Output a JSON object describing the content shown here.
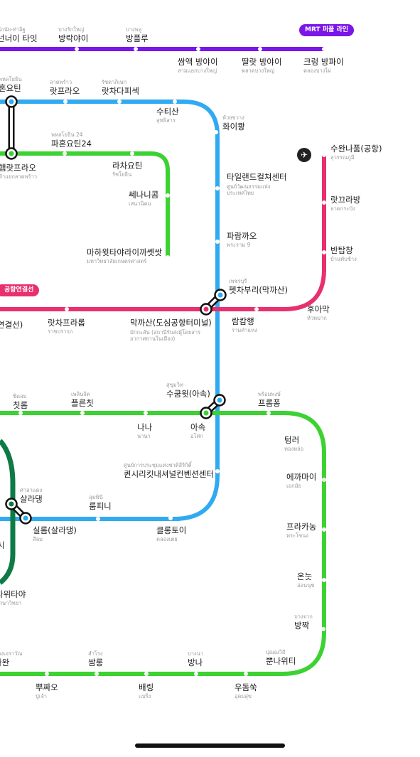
{
  "colors": {
    "purple_line": "#7a16e8",
    "blue_line": "#30aaf0",
    "green_line": "#3cd232",
    "pink_line": "#e8306e",
    "dark_green_line": "#0e7a46"
  },
  "badges": {
    "mrt_purple": "MRT 퍼플 라인",
    "airport_link": "공항연결선"
  },
  "icons": {
    "airport": "airplane-icon"
  },
  "stations": {
    "purple_tao_poon": {
      "ko": "넌너이 타잇",
      "th": "นักนัย-ท่าอิฐ"
    },
    "purple_bang_rak_yai": {
      "ko": "방락야이",
      "th": "บางรักใหญ่"
    },
    "purple_bang_phlu": {
      "ko": "방플루",
      "th": "บางพลู"
    },
    "purple_sam_yaek": {
      "ko": "쌈액 방야이",
      "th": "สามแยกบางใหญ่"
    },
    "purple_talad": {
      "ko": "딸랏 방야이",
      "th": "ตลาดบางใหญ่"
    },
    "purple_khlong": {
      "ko": "크렁 방파이",
      "th": "คลองบางไผ่"
    },
    "blue_phahon": {
      "ko": "혼요틴",
      "th": "พหลโยธิน"
    },
    "blue_lat_phrao": {
      "ko": "랏프라오",
      "th": "ลาดพร้าว"
    },
    "blue_ratchadaphisek": {
      "ko": "랏차다피섹",
      "th": "รัชดาภิเษก"
    },
    "blue_sutthisan": {
      "ko": "수티산",
      "th": "สุทธิสาร"
    },
    "blue_huai_khwang": {
      "ko": "화이쾅",
      "th": "ห้วยขวาง"
    },
    "blue_cultural": {
      "ko": "타일랜드컬쳐센터",
      "th": "ศูนย์วัฒนธรรมแห่งประเทศไทย"
    },
    "blue_rama9": {
      "ko": "파람까오",
      "th": "พระราม 9"
    },
    "blue_phetchaburi": {
      "ko": "펫차부리(막까산)",
      "th": "เพชรบุรี"
    },
    "blue_ram_khamhaeng": {
      "ko": "람캄행",
      "th": "รามคำแหง"
    },
    "blue_sukhumvit": {
      "ko": "수쿰윗(아속)",
      "th": "สุขุมวิท"
    },
    "blue_qsncc": {
      "ko": "퀸시리킷내셔널컨벤션센터",
      "th": "ศูนย์การประชุมแห่งชาติสิริกิติ์"
    },
    "blue_lumphini": {
      "ko": "룸피니",
      "th": "ลุมพินี"
    },
    "blue_khlong_toei": {
      "ko": "클롱토이",
      "th": "คลองเตย"
    },
    "blue_silom": {
      "ko": "실롬(살라댕)",
      "th": "สีลม"
    },
    "green_phahon24": {
      "ko": "파혼요틴24",
      "th": "พหลโยธิน 24"
    },
    "green_ha_yaek": {
      "ko": "햄랏프라오",
      "th": "ห้าแยกลาดพร้าว"
    },
    "green_ratchayothin": {
      "ko": "라차요틴",
      "th": "รัชโยธิน"
    },
    "green_sena_nikhom": {
      "ko": "쎄나니콤",
      "th": "เสนานิคม"
    },
    "green_kasetsart": {
      "ko": "마하윗타야라이까쎗쌋",
      "th": "มหาวิทยาลัยเกษตรศาสตร์"
    },
    "green_chit_lom": {
      "ko": "칫롬",
      "th": "ชิดลม"
    },
    "green_phloen_chit": {
      "ko": "플른칫",
      "th": "เพลินจิต"
    },
    "green_nana": {
      "ko": "나나",
      "th": "นานา"
    },
    "green_asok": {
      "ko": "아속",
      "th": "อโศก"
    },
    "green_phrom_phong": {
      "ko": "프롬퐁",
      "th": "พร้อมพงษ์"
    },
    "green_thong_lo": {
      "ko": "텅러",
      "th": "ทองหล่อ"
    },
    "green_ekkamai": {
      "ko": "에까마이",
      "th": "เอกมัย"
    },
    "green_phra_khanong": {
      "ko": "프라카농",
      "th": "พระโขนง"
    },
    "green_on_nut": {
      "ko": "온눗",
      "th": "อ่อนนุช"
    },
    "green_bang_chak": {
      "ko": "방짝",
      "th": "บางจาก"
    },
    "green_punnawithi": {
      "ko": "뿐나위티",
      "th": "ปุณณวิถี"
    },
    "green_udom_suk": {
      "ko": "우돔쑥",
      "th": "อุดมสุข"
    },
    "green_bang_na": {
      "ko": "방나",
      "th": "บางนา"
    },
    "green_bearing": {
      "ko": "배링",
      "th": "แบริ่ง"
    },
    "green_samrong": {
      "ko": "쌈롱",
      "th": "สำโรง"
    },
    "green_pu_chao": {
      "ko": "뿌짜오",
      "th": "ปู่เจ้า"
    },
    "green_chang_erawan": {
      "ko": "라완",
      "th": "ช้างเอราวัณ"
    },
    "green_sala_daeng": {
      "ko": "살라댕",
      "th": "ศาลาแดง"
    },
    "darkgreen_chong": {
      "ko": "시",
      "th": ""
    },
    "darkgreen_suksa": {
      "ko": "사위타야",
      "th": "ศึกษาวิทยา"
    },
    "pink_suvarnabhumi": {
      "ko": "수완나품(공항)",
      "th": "สุวรรณภูมิ"
    },
    "pink_lat_krabang": {
      "ko": "랏끄라방",
      "th": "ลาดกระบัง"
    },
    "pink_ban_thap_chang": {
      "ko": "반탑창",
      "th": "บ้านทับช้าง"
    },
    "pink_hua_mak": {
      "ko": "후아막",
      "th": "หัวหมาก"
    },
    "pink_makkasan": {
      "ko": "막까산(도심공항터미널)",
      "th": "มักกะสัน (สถานีรับส่งผู้โดยสารอากาศยานในเมือง)"
    },
    "pink_ratchaprarop": {
      "ko": "랏차프라롭",
      "th": "ราชปรารภ"
    },
    "pink_phaya_thai": {
      "ko": "연결선)",
      "th": ""
    }
  }
}
